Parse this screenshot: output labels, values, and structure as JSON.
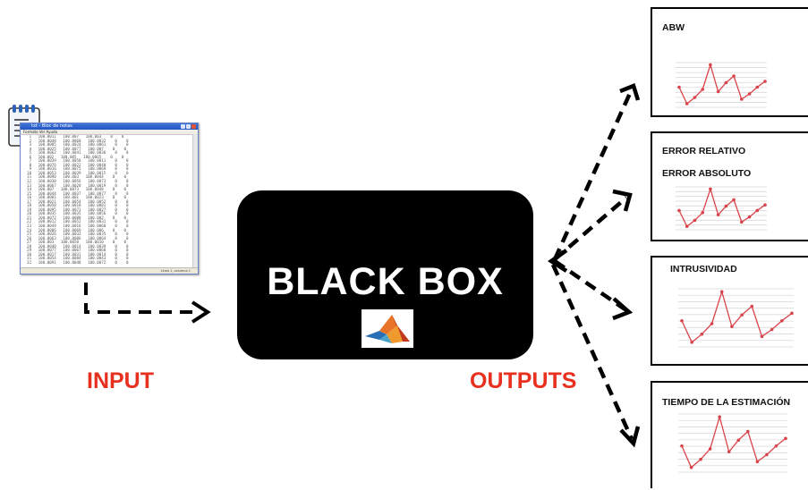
{
  "input_label": "INPUT",
  "outputs_label": "OUTPUTS",
  "black_box_label": "BLACK BOX",
  "colors": {
    "caption_red": "#e8301e",
    "line_red": "#d9434a",
    "box_black": "#000000"
  },
  "icons": {
    "document": "notepad-document-icon",
    "software": "matlab-logo-icon"
  },
  "notepad": {
    "title": "txt - Bloc de notas",
    "menu": "Formato  Ver  Ayuda",
    "status": "Línea 1, columna 1"
  },
  "output_panels": [
    {
      "titles": [
        "ABW"
      ]
    },
    {
      "titles": [
        "ERROR RELATIVO",
        "ERROR ABSOLUTO"
      ]
    },
    {
      "titles": [
        "INTRUSIVIDAD"
      ]
    },
    {
      "titles": [
        "TIEMPO DE LA ESTIMACIÓN"
      ]
    }
  ]
}
